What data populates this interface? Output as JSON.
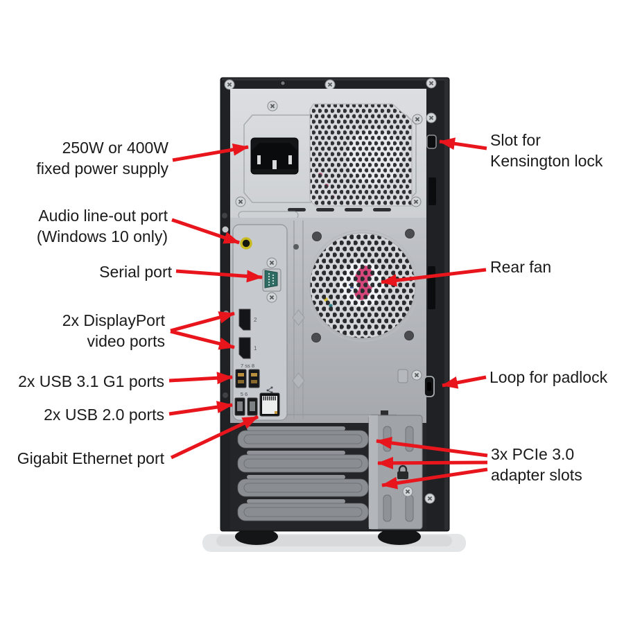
{
  "callouts": {
    "power_supply": "250W or 400W\nfixed power supply",
    "audio": "Audio line-out port\n(Windows 10 only)",
    "serial": "Serial port",
    "displayport": "2x DisplayPort\nvideo ports",
    "usb31": "2x USB 3.1 G1 ports",
    "usb20": "2x USB 2.0 ports",
    "ethernet": "Gigabit Ethernet port",
    "kensington": "Slot for\nKensington lock",
    "rear_fan": "Rear fan",
    "padlock": "Loop for padlock",
    "pcie": "3x PCIe 3.0\nadapter slots"
  },
  "port_legends": {
    "dp2": "2",
    "dp1": "1",
    "usb3": "7 ss 8",
    "usb2": "5   6"
  },
  "colors": {
    "arrow_red": "#e8151d",
    "label_text": "#1a1a1a",
    "chassis_black": "#202124",
    "psu_panel_gray": "#d8dadd",
    "back_panel_gray": "#b3b6bb",
    "audio_jack_yellow": "#c9b922",
    "serial_port_teal": "#2d6b63",
    "fan_hub_label_pink": "#d6477c"
  }
}
